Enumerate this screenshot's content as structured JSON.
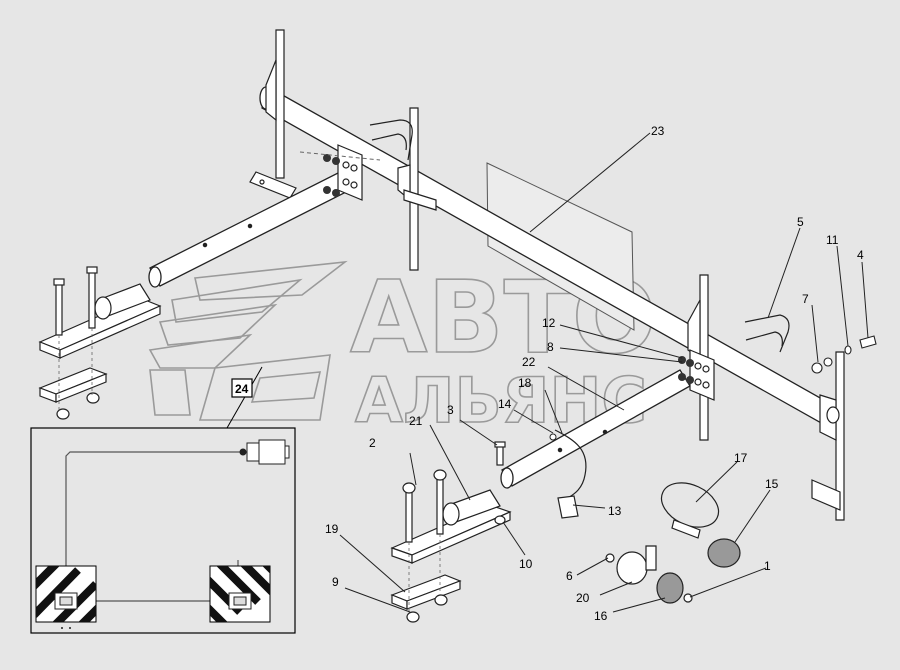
{
  "watermark": {
    "line1": "АВТО",
    "line2": "АЛЬЯНС",
    "color": "#9a9a9a"
  },
  "colors": {
    "background": "#e6e6e6",
    "line": "#222222",
    "part_fill": "#ffffff",
    "plate_fill": "#dddddd",
    "inset_border": "#000000"
  },
  "callouts": [
    {
      "id": "callout-1",
      "label": "1"
    },
    {
      "id": "callout-2",
      "label": "2"
    },
    {
      "id": "callout-3",
      "label": "3"
    },
    {
      "id": "callout-4",
      "label": "4"
    },
    {
      "id": "callout-5",
      "label": "5"
    },
    {
      "id": "callout-6",
      "label": "6"
    },
    {
      "id": "callout-7",
      "label": "7"
    },
    {
      "id": "callout-8",
      "label": "8"
    },
    {
      "id": "callout-9",
      "label": "9"
    },
    {
      "id": "callout-10",
      "label": "10"
    },
    {
      "id": "callout-11",
      "label": "11"
    },
    {
      "id": "callout-12",
      "label": "12"
    },
    {
      "id": "callout-13",
      "label": "13"
    },
    {
      "id": "callout-14",
      "label": "14"
    },
    {
      "id": "callout-15",
      "label": "15"
    },
    {
      "id": "callout-16",
      "label": "16"
    },
    {
      "id": "callout-17",
      "label": "17"
    },
    {
      "id": "callout-18",
      "label": "18"
    },
    {
      "id": "callout-19",
      "label": "19"
    },
    {
      "id": "callout-20",
      "label": "20"
    },
    {
      "id": "callout-21",
      "label": "21"
    },
    {
      "id": "callout-22",
      "label": "22"
    },
    {
      "id": "callout-23",
      "label": "23"
    }
  ],
  "inset": {
    "label": "24"
  }
}
